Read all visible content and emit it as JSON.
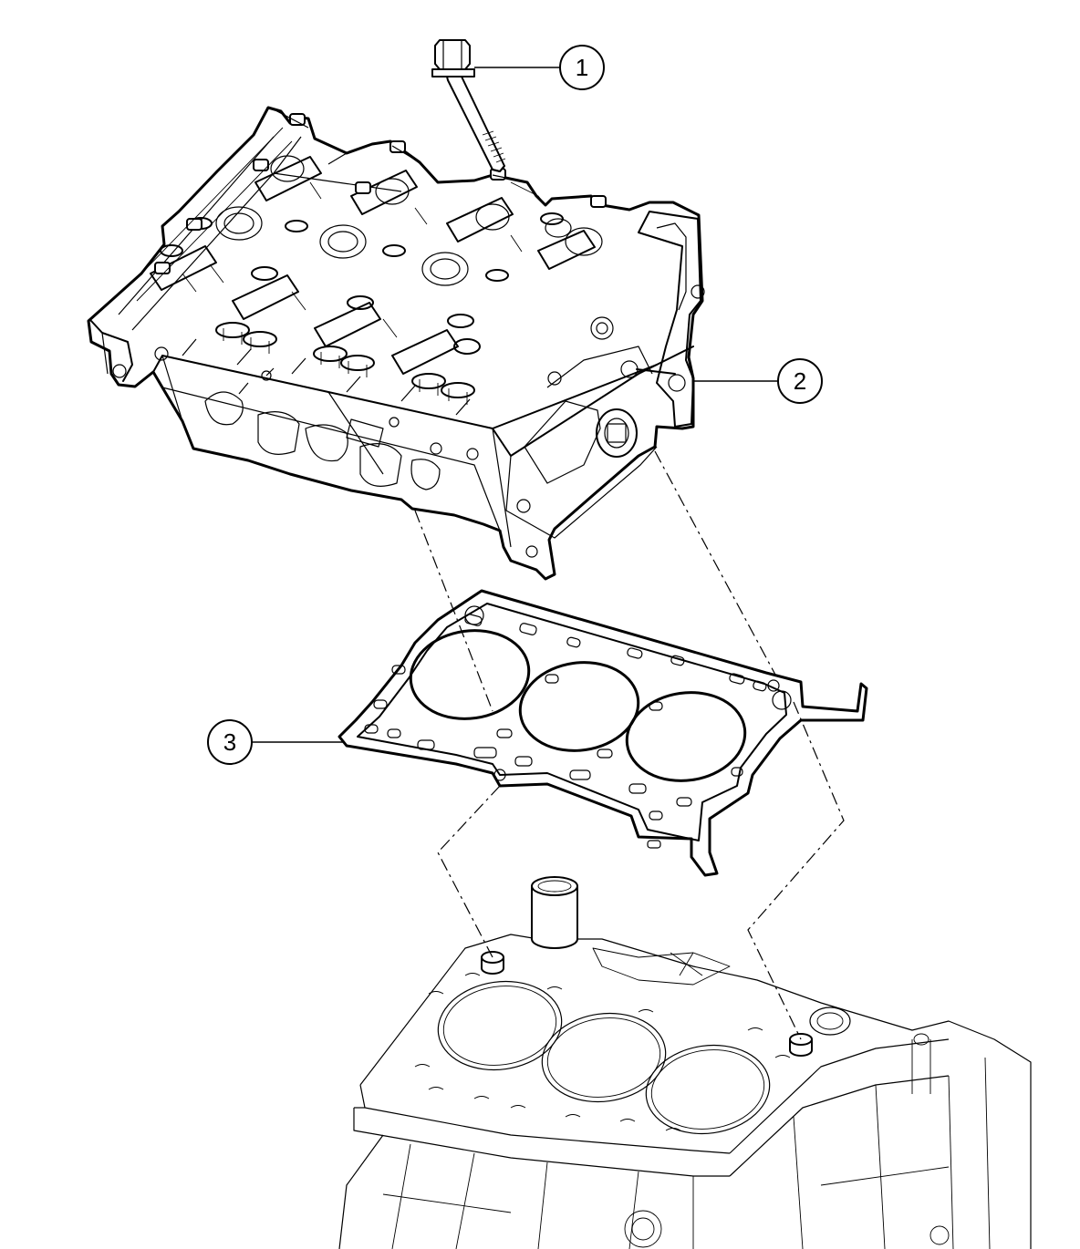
{
  "callouts": [
    {
      "id": "1",
      "label": "1",
      "part": "head-bolt"
    },
    {
      "id": "2",
      "label": "2",
      "part": "cylinder-head"
    },
    {
      "id": "3",
      "label": "3",
      "part": "head-gasket"
    }
  ],
  "colors": {
    "line": "#000000",
    "background": "#ffffff"
  }
}
